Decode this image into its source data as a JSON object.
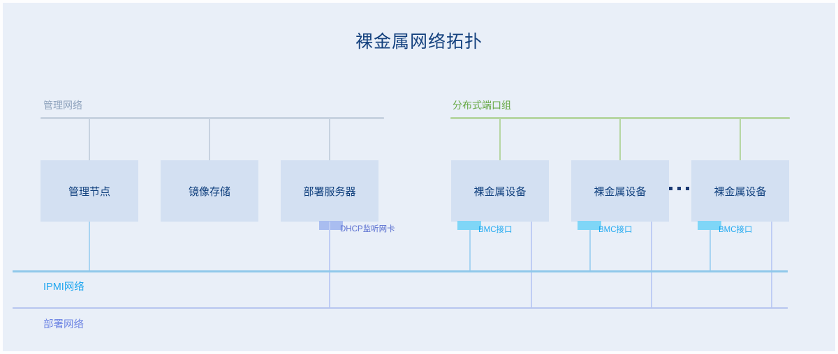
{
  "title": "裸金属网络拓扑",
  "sections": [
    {
      "id": "management-network",
      "label": "管理网络",
      "color": "#8fa3bd"
    },
    {
      "id": "distributed-port-group",
      "label": "分布式端口组",
      "color": "#66a844"
    }
  ],
  "nodes": [
    {
      "id": "management-node",
      "label": "管理节点"
    },
    {
      "id": "image-storage",
      "label": "镜像存储"
    },
    {
      "id": "deployment-server",
      "label": "部署服务器"
    },
    {
      "id": "bare-metal-1",
      "label": "裸金属设备"
    },
    {
      "id": "bare-metal-2",
      "label": "裸金属设备"
    },
    {
      "id": "bare-metal-3",
      "label": "裸金属设备"
    }
  ],
  "ports": [
    {
      "id": "dhcp-nic",
      "label": "DHCP监听网卡",
      "color": "#a9bdf0"
    },
    {
      "id": "bmc-port-1",
      "label": "BMC接口",
      "color": "#7fd6f7"
    },
    {
      "id": "bmc-port-2",
      "label": "BMC接口",
      "color": "#7fd6f7"
    },
    {
      "id": "bmc-port-3",
      "label": "BMC接口",
      "color": "#7fd6f7"
    }
  ],
  "networks": [
    {
      "id": "ipmi-network",
      "label": "IPMI网络",
      "color": "#21a7ef"
    },
    {
      "id": "deployment-network",
      "label": "部署网络",
      "color": "#6d84e3"
    }
  ],
  "ellipsis": "...",
  "colors": {
    "background": "#e9eff8",
    "box_fill": "#d3e0f2",
    "box_text": "#0f3f7d",
    "title": "#14417e",
    "mgmt_bus": "#c7d2e0",
    "dpg_bus": "#b6d6a3",
    "ipmi_line": "#8fc8ea",
    "deploy_line": "#b7c6ef"
  }
}
